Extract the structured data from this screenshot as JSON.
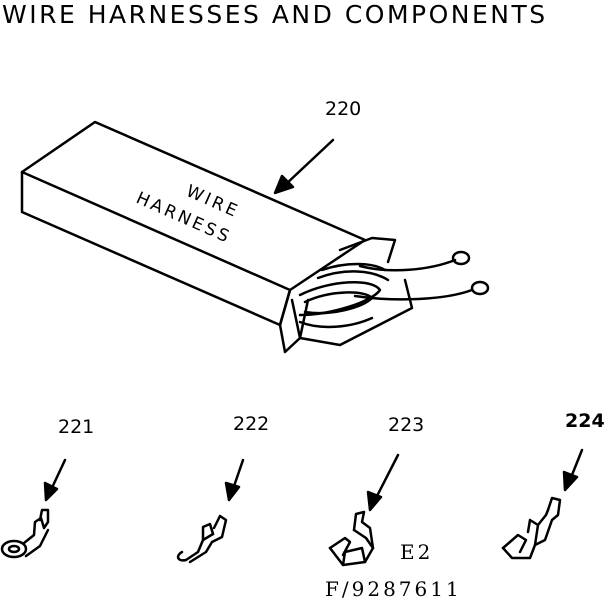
{
  "title": "WIRE HARNESSES AND COMPONENTS",
  "parts": [
    {
      "ref": "220",
      "box_label_line1": "WIRE",
      "box_label_line2": "HARNESS"
    },
    {
      "ref": "221"
    },
    {
      "ref": "222"
    },
    {
      "ref": "223"
    },
    {
      "ref": "224"
    }
  ],
  "footer": {
    "code": "E2",
    "figure_number": "F/9287611"
  }
}
